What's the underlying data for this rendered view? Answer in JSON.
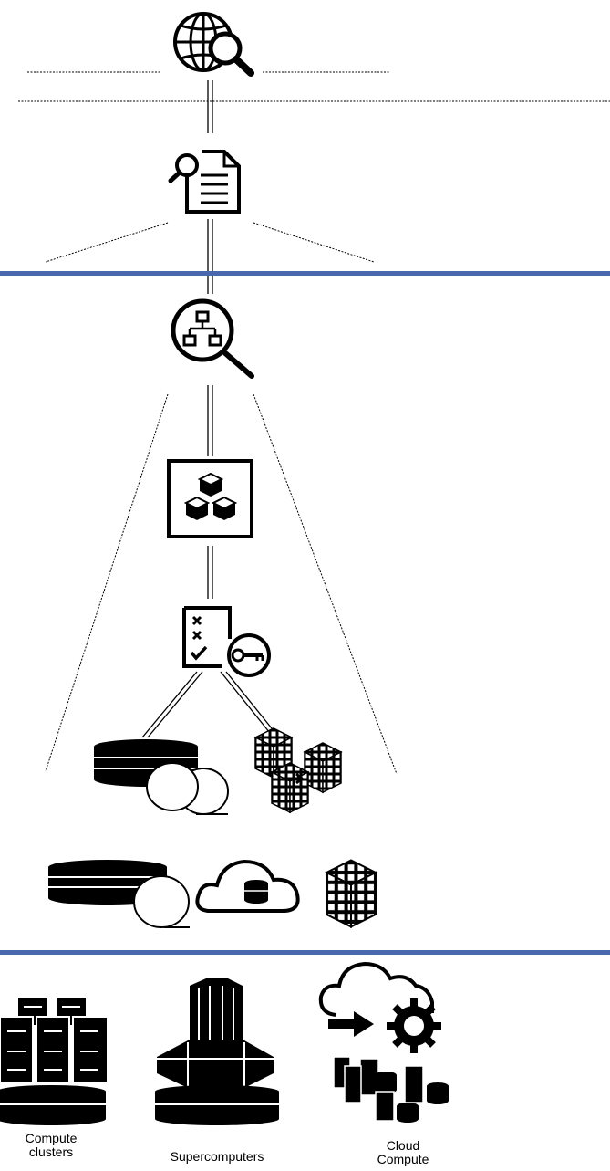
{
  "colors": {
    "tier_divider": "#4a68ae",
    "icon": "#000000",
    "background": "#ffffff"
  },
  "tiers": [
    {
      "icons": [
        "globe-search-icon",
        "document-search-icon"
      ]
    },
    {
      "icons": [
        "network-search-icon",
        "cube-cluster-icon",
        "checklist-key-icon",
        "storage-tape-icon",
        "data-cubes-icon",
        "storage-tape-icon",
        "cloud-database-icon",
        "data-cube-icon"
      ]
    },
    {
      "icons": [
        "compute-clusters-icon",
        "supercomputer-icon",
        "cloud-compute-icon"
      ]
    }
  ],
  "labels": {
    "compute_clusters": [
      "Compute",
      "clusters"
    ],
    "supercomputers": "Supercomputers",
    "cloud_compute": [
      "Cloud",
      "Compute"
    ]
  }
}
